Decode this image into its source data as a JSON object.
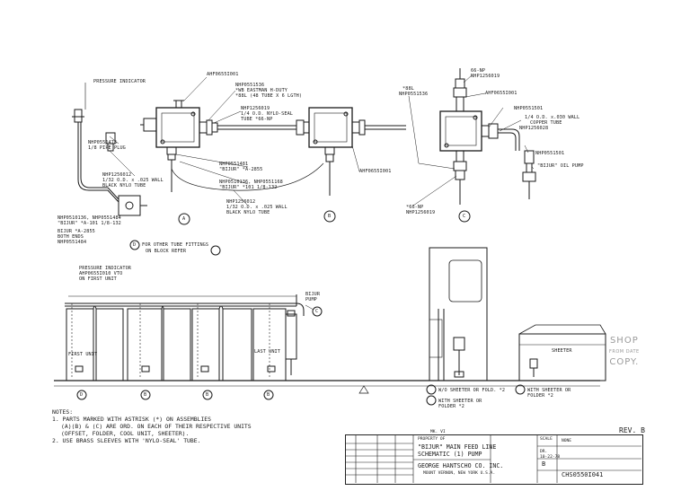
{
  "labels": {
    "pressure_indicator_top": "PRESSURE INDICATOR",
    "ahf_top": "AHF0655I001",
    "nhp0551536": "NHP0551536",
    "eastman_line1": "*WB EASTMAN H-DUTY",
    "eastman_line2": "*88L (48 TUBE X 6 LGTH)",
    "nhp1256019_a": "NHP1256019",
    "nylo_seal_1": "1/4 O.D. NYLO-SEAL",
    "nylo_seal_2": "TUBE *66-NP",
    "nhp0551475": "NHP0551475",
    "pipe_plug": "1/8 PIPE PLUG",
    "nhp1256012": "NHP1256012",
    "tube_spec": "1/32 O.D. x .025 WALL",
    "black_nylo": "BLACK NYLO TUBE",
    "nhp0510136_left": "NHP0510136, NHP0551484",
    "bijur_left": "\"BIJUR\" *A-101 1/8-132",
    "bijur_a2855_left": "BIJUR *A-2855",
    "both_ends": "BOTH ENDS",
    "nhp0551484": "NHP0551484",
    "nhp0551481": "NHP0551481",
    "bijur_a2855": "\"BIJUR\" *A-2855",
    "nhp0510136_mid": "NHP0510136, NHP0551168",
    "bijur_mid": "\"BIJUR\" *101 1/8-132",
    "nhp1256012_mid": "NHP1256012",
    "tube_spec_mid": "1/32 O.D. x .025 WALL",
    "black_nylo_mid": "BLACK NYLO TUBE",
    "ahf_mid": "AHF0655I001",
    "np66": "66-NP",
    "nhp1256019_r": "NHP1256019",
    "l88": "*88L",
    "nhp0551536_r": "NHP0551536",
    "ahf_r": "AHF0655I001",
    "nhp0551501": "NHP0551501",
    "copper_tube_1": "1/4 O.D. x.030 WALL",
    "copper_tube_2": "COPPER TUBE",
    "nhp1256028": "NHP1256028",
    "nhp0551501_b": "NHP0551501",
    "bijur_oil_pump": "\"BIJUR\" OIL PUMP",
    "np66_b": "*66-NP",
    "nhp1256019_b": "NHP1256019",
    "for_other": "FOR OTHER TUBE FITTINGS",
    "block_refer": "ON BLOCK REFER",
    "pressure_indicator_bot": "PRESSURE INDICATOR",
    "ahp_bot": "AHP0655I010 VTO",
    "on_first_unit": "ON FIRST UNIT",
    "bijur_pump": "BIJUR",
    "pump": "PUMP",
    "first_unit": "FIRST UNIT",
    "last_unit": "LAST UNIT",
    "sheeter": "SHEETER",
    "legend_a": "W/O SHEETER OR FOLD. *2",
    "legend_b1": "WITH SHEETER OR",
    "legend_b2": "FOLDER *2",
    "legend_c1": "WITH SHEETER OR",
    "legend_c2": "FOLDER *2"
  },
  "markers": {
    "A": "A",
    "B": "B",
    "C": "C",
    "D": "D"
  },
  "notes": {
    "heading": "NOTES:",
    "n1a": "1. PARTS MARKED WITH ASTRISK (*) ON ASSEMBLIES",
    "n1b": "(A)(B) & (C) ARE ORD. ON EACH OF THEIR RESPECTIVE UNITS",
    "n1c": "(OFFSET, FOLDER, COOL UNIT, SHEETER).",
    "n2": "2. USE BRASS SLEEVES WITH 'NYLO-SEAL' TUBE."
  },
  "rev": "REV. B",
  "stamp": {
    "line1": "SHOP",
    "line2": "FROM DATE",
    "line3": "COPY."
  },
  "title_block": {
    "model": "MK. VI",
    "title1": "\"BIJUR\" MAIN FEED LINE",
    "title2": "SCHEMATIC (1) PUMP",
    "company": "GEORGE HANTSCHO CO. INC.",
    "address": "MOUNT VERNON, NEW YORK U.S.A.",
    "date": "10-22-78",
    "dwg_no": "CHS0550I041",
    "scale_label": "SCALE",
    "drawn_label": "DR.",
    "property": "PROPERTY OF",
    "scale_val": "NONE",
    "size": "B"
  }
}
